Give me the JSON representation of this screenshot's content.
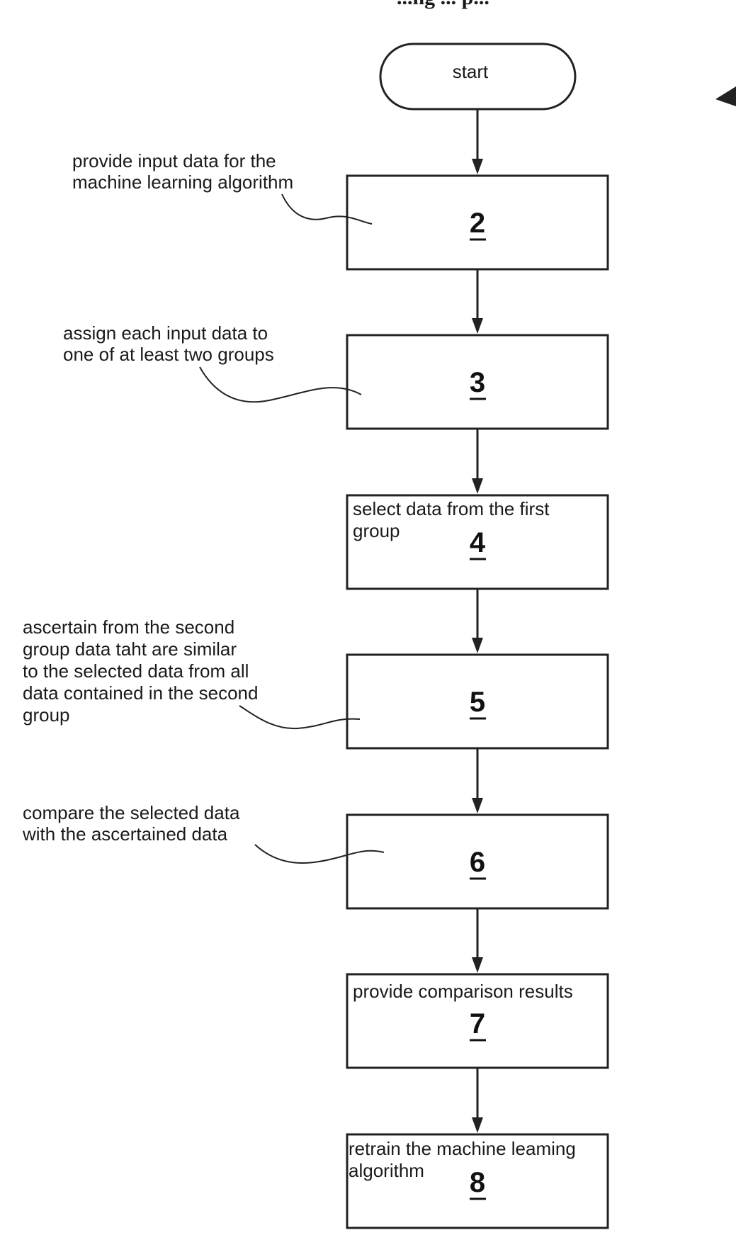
{
  "header_fragment": "...ng ... p...",
  "start": {
    "label": "start"
  },
  "steps": [
    {
      "id": "2",
      "number": "2",
      "inner_text": [],
      "callout": [
        "provide input data for the",
        "machine learning algorithm"
      ]
    },
    {
      "id": "3",
      "number": "3",
      "inner_text": [],
      "callout": [
        "assign each input data to",
        "one of at least two groups"
      ]
    },
    {
      "id": "4",
      "number": "4",
      "inner_text": [
        "select data from the first",
        "group"
      ],
      "callout": []
    },
    {
      "id": "5",
      "number": "5",
      "inner_text": [],
      "callout": [
        "ascertain from the second",
        "group data taht are similar",
        "to the selected data from all",
        "data contained in the second",
        "group"
      ]
    },
    {
      "id": "6",
      "number": "6",
      "inner_text": [],
      "callout": [
        "compare the selected data",
        "with the ascertained data"
      ]
    },
    {
      "id": "7",
      "number": "7",
      "inner_text": [
        "provide comparison results"
      ],
      "callout": []
    },
    {
      "id": "8",
      "number": "8",
      "inner_text": [
        "retrain the machine leaming",
        "algorithm"
      ],
      "callout": []
    }
  ]
}
